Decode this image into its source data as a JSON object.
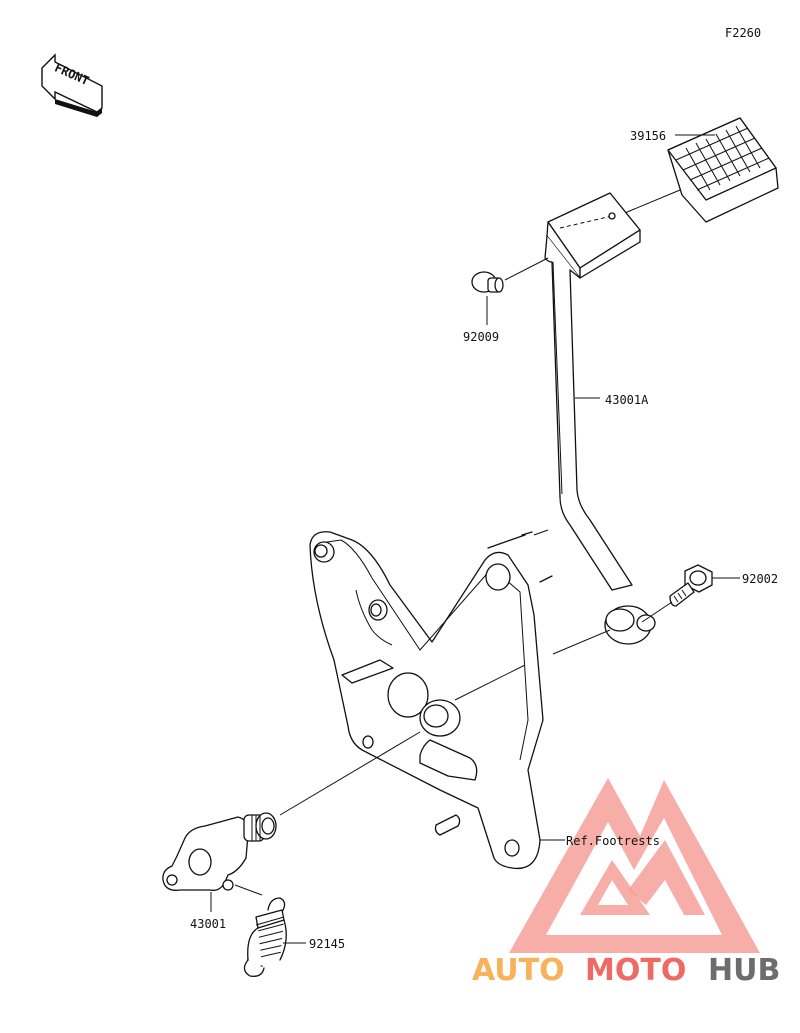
{
  "figure_code": "F2260",
  "front_arrow_text": "FRONT",
  "callouts": {
    "pedal_pad": "39156",
    "cotter_pin": "92009",
    "pedal_arm": "43001A",
    "bolt": "92002",
    "ref_footrests": "Ref.Footrests",
    "pedal_shaft": "43001",
    "spring": "92145"
  },
  "watermark": {
    "part1": "AUTO",
    "part2": "MOTO",
    "part3": "HUB",
    "color_light": "#f7b25a",
    "color_red": "#ef6a63",
    "color_dark": "#6d6d6d",
    "logo_color": "#f6a09a"
  }
}
